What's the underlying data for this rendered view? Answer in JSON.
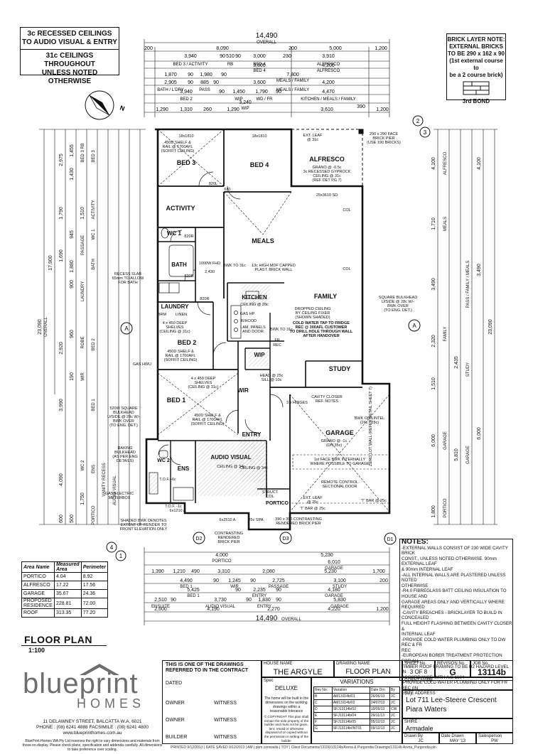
{
  "notes_top": {
    "line1": "3c RECESSED CEILINGS",
    "line2": "TO AUDIO VISUAL & ENTRY",
    "line3": "31c CEILINGS THROUGHOUT",
    "line4": "UNLESS NOTED OTHERWISE"
  },
  "brick_note": {
    "title": "BRICK LAYER NOTE:",
    "l2": "EXTERNAL BRICKS",
    "l3": "TO BE 290 x 162 x 90",
    "l4": "(1st external course to",
    "l5": "be a 2 course brick)",
    "bond": "3rd BOND"
  },
  "top_dims": {
    "overall": "14,490",
    "overall_lbl": "OVERALL",
    "row1": [
      "200",
      "8,090",
      "200",
      "5,000",
      "1,200"
    ],
    "row2": [
      "3,940",
      "90",
      "510",
      "90",
      "3,000",
      "230",
      "3,910"
    ],
    "row2_labels": [
      "BED 3 / ACTIVITY",
      "RB",
      "BED 4",
      "ALFRESCO"
    ],
    "row3": [
      "3,600",
      "4,200"
    ],
    "row4": [
      "1,870",
      "90",
      "1,980",
      "90",
      "7,800"
    ],
    "row4_labels": [
      "BED 4",
      "ALFRESCO",
      "MEALS / FAMILY"
    ],
    "row5": [
      "2,905",
      "90",
      "885",
      "90",
      "3,600",
      "4,200"
    ],
    "row5_labels": [
      "BATH / L'DRY",
      "PASS",
      "MEALS / FAMILY"
    ],
    "row6": [
      "3,940",
      "90",
      "1,450",
      "1,790",
      "90",
      "4,470"
    ],
    "row6_labels": [
      "BED 2",
      "WIP",
      "WD / FR",
      "KITCHEN / MEALS / FAMILY"
    ],
    "row7": [
      "3,240"
    ],
    "row7_labels": [
      "WIP"
    ],
    "row8": [
      "1,290",
      "1,310",
      "260",
      "1,290",
      "3,610",
      "390",
      "1,200"
    ]
  },
  "rooms": {
    "bed3": "BED 3",
    "bed4": "BED 4",
    "alfresco": "ALFRESCO",
    "activity": "ACTIVITY",
    "meals": "MEALS",
    "wc1": "WC 1",
    "bath": "BATH",
    "laundry": "LAUNDRY",
    "kitchen": "KITCHEN",
    "family": "FAMILY",
    "bed2": "BED 2",
    "study": "STUDY",
    "wir": "WIR",
    "wip": "WIP",
    "bed1": "BED 1",
    "entry": "ENTRY",
    "garage": "GARAGE",
    "wc2": "WC 2",
    "ens": "ENS",
    "audio_visual": "AUDIO VISUAL",
    "portico": "PORTICO"
  },
  "annotations": {
    "bed3_shelf": "450D SHELF &",
    "bed3_rail": "RAIL @ 1700AFL",
    "bed3_soffit": "(SOFFIT CEILING)",
    "size_1810a": "18x1810",
    "size_1810b": "18x1810",
    "alf_ext": "EXT. LEAF",
    "alf_ext2": "@ 31c",
    "alf_brick": "290 x 290 FACE",
    "alf_brick2": "BRICK PIER",
    "alf_brick3": "(USE 190 BRICKS)",
    "alf_gran": "GRANO @ -0.5c",
    "alf_recess": "3c RECESSED GYPROCK",
    "alf_ceiling": "CEILING @ 31c",
    "alf_ref": "(REF DET PG 7)",
    "alf_lintel": "25x3610 SD",
    "door_820l": "820L",
    "door_680": "680",
    "door_820r": "820R",
    "col": "COL",
    "bwk": "BWK TO 31c",
    "mdf": "13c HIGH MDF CAPPED",
    "plast": "PLAST. BRICK WALL",
    "fhd": "1000W FHD",
    "dim_2430": "2,430",
    "ceiling28": "CEILING @ 28c",
    "gas_hp": "GAS HP",
    "rhood": "R/HOOD",
    "lam": "LAM. PANELS",
    "lam2": "AND DOOR",
    "bwk31c": "BWK TO 31c",
    "fr": "FR",
    "rec": "REC",
    "dropped": "DROPPED CEILING",
    "dropped2": "BY CEILING FIXER",
    "dropped3": "(SHOWN SHADED)",
    "water": "COLD WATER TAP TO FRIDGE",
    "water2": "REC @ 300AFL CUSTOMER",
    "water3": "TO DRILL HOLE THROUGH WALL",
    "water4": "AFTER HANDOVER",
    "square": "SQUARE BULKHEAD",
    "square2": "U/SIDE @ 28c W/-",
    "square3": "BWK OVER",
    "square4": "(TO ENG. DET.)",
    "recess_slab": "RECESS SLAB",
    "recess_slab2": "65mm TO ALLOW",
    "recess_slab3": "FOR BATH",
    "linen": "LINEN",
    "brm": "BRM",
    "shelves": "4 x 450 DEEP",
    "shelves2": "SHELVES",
    "shelves3": "(CEILING @ 31c)",
    "bed2_shelf": "450D SHELF &",
    "bed2_rail": "RAIL @ 1700AFL",
    "bed2_soffit": "(SOFFIT CEILING)",
    "gas_hwu": "GAS HWU",
    "wir_shelves": "4 x 450 DEEP",
    "wir_shelves2": "SHELVES",
    "wir_shelves3": "(CEILING @ 31c)",
    "bed1_shelf": "450D SHELF &",
    "bed1_rail": "RAIL @ 1700AFL",
    "bed1_soffit": "(SOFFIT CEILING)",
    "head": "HEAD @ 25c",
    "sill": "SILL @ 10c",
    "cavity": "CAVITY CLOSER",
    "cavity2": "REF. NOTES",
    "hinges": "3 x HINGES",
    "bwk_lintel": "BWK ON LINTEL",
    "bwk_lintel2": "(26c - 28c)",
    "garage_gran": "GRANO @ -1c",
    "garage_gran2": "(ON 35c)",
    "zero_lot": "ZERO LOT WALL (REFER DETAIL SHEET 7)",
    "face_bwk": "1st FACE BWK INTERNALLY",
    "face_bwk2": "WHERE POSSIBLE TO GARAGE",
    "remote": "REMOTE CONTROL",
    "remote2": "SECTIONAL DOOR",
    "ext_leaf": "EXT. LEAF",
    "ext_leaf2": "@ 25c",
    "tbar": "'T' BAR @ 25c",
    "tbar2": "'T' BAR @ 25c",
    "brick_pier": "390 x 390 CONTRASTING",
    "brick_pier2": "RENDERED BRICK PIER",
    "raking": "RAKING",
    "raking2": "BULKHEAD",
    "raking3": "(AS PER ENG",
    "raking4": "DETAILS)",
    "sq520": "520W SQUARE",
    "sq520b": "BULKHEAD",
    "sq520c": "U/SIDE @ 28c W/-",
    "sq520d": "BWK OVER",
    "sq520e": "(TO ENG. DET.)",
    "gas_elec": "GAS/ELECTRIC",
    "meterbox": "METERBOX",
    "shaded": "SHADED BWK DENOTES",
    "shaded2": "EXTENT OF RENDER TO",
    "shaded3": "FRONT ELEVATION ONLY",
    "contrasting": "CONTRASTING",
    "contrasting2": "RENDERED",
    "contrasting3": "BRICK PIER",
    "tdf": "T.O.F. -1c",
    "tdf2": "T.O.F. -6c",
    "ceiling34": "CEILING @ 34c",
    "ceiling34b": "CEILING @ 34c",
    "lintel6x1210": "6x1210 A",
    "lintel6x2510": "6x2510 A",
    "struct": "STRUCT",
    "col2": "COL",
    "porch": "25c SPA",
    "mark_d1": "D1",
    "mark_d2": "D2",
    "mark_d3": "D3",
    "mark_a": "A",
    "mark_4": "4",
    "mark_1": "1",
    "mark_2": "2",
    "mark_3": "3"
  },
  "side_dims_left": {
    "overall": "23,090",
    "overall_lbl": "OVERALL",
    "d17900": "17,900",
    "items": [
      "2,975",
      "1,455",
      "90",
      "1,430",
      "90",
      "945",
      "1,880",
      "900",
      "1,790",
      "90",
      "1,510",
      "90",
      "1,690",
      "2,920",
      "960",
      "190",
      "3,990",
      "4,090",
      "1,750",
      "600",
      "500"
    ],
    "labels": [
      "BED 3",
      "BED 3 RB",
      "ACTIVITY",
      "WC 1",
      "BATH",
      "PASSAGE",
      "LAUNDRY",
      "BED 2",
      "ROBE",
      "WIR",
      "BED 1",
      "ENS",
      "WC 2",
      "VANITY RECESS",
      "AUDIO VISUAL",
      "PORTICO"
    ]
  },
  "side_dims_right": {
    "overall": "23,090",
    "items": [
      "4,100",
      "1,710",
      "3,490",
      "2,320",
      "2,435",
      "1,510",
      "6,000",
      "5,810",
      "1,800"
    ],
    "labels": [
      "ALFRESCO",
      "MEALS",
      "PASS / FAMILY / MEALS",
      "FAMILY",
      "STUDY",
      "GARAGE",
      "GARAGE",
      "PORTICO"
    ]
  },
  "bottom_dims": {
    "row1": [
      "4,000",
      "5,230"
    ],
    "row1_lbl": "PORTICO",
    "row2": [
      "6,010"
    ],
    "row2_lbl": "GARAGE",
    "row3": [
      "1,390",
      "1,210",
      "490",
      "3,310",
      "2,080",
      "5,230",
      "1,700"
    ],
    "row4": [
      "4,490",
      "90",
      "1,245",
      "90",
      "2,725",
      "3,100",
      "200"
    ],
    "row4_labels": [
      "BED 1",
      "WIR",
      "PASSAGE",
      "STUDY"
    ],
    "row5": [
      "5,425",
      "90",
      "2,235",
      "90",
      "4,180"
    ],
    "row5_labels": [
      "BED 1",
      "ENTRY",
      "GARAGE"
    ],
    "row6": [
      "2,510",
      "90",
      "3,730",
      "90",
      "1,830",
      "90",
      "5,830"
    ],
    "row6_labels": [
      "ENSUITE",
      "AUDIO VISUAL",
      "ENTRY",
      "GARAGE"
    ],
    "row7": [
      "2,600",
      "4,190",
      "2,270",
      "4,220",
      "1,200"
    ],
    "overall": "14,490",
    "overall_lbl": "OVERALL"
  },
  "area_table": {
    "headers": [
      "Area Name",
      "Measured Area",
      "Perimeter"
    ],
    "rows": [
      [
        "PORTICO",
        "4.04",
        "8.92"
      ],
      [
        "ALFRESCO",
        "17.22",
        "17.56"
      ],
      [
        "GARAGE",
        "35.67",
        "24.36"
      ],
      [
        "PROPOSED RESIDENCE",
        "228.81",
        "72.00"
      ],
      [
        "ROOF",
        "313.35",
        "77.20"
      ]
    ]
  },
  "plan_title": "FLOOR PLAN",
  "plan_scale": "1:100",
  "notes": {
    "title": "NOTES:",
    "lines": [
      "-EXTERNAL WALLS CONSIST OF 230 WIDE CAVITY BRICK",
      "CONST., UNLESS NOTED OTHERWISE. 90mm EXTERNAL LEAF",
      "& 90mm INTERNAL LEAF",
      "-ALL INTERNAL WALLS ARE PLASTERED UNLESS NOTED",
      "OTHERWISE",
      "-R4.0 FIBREGLASS BATT CEILING INSULATION TO HOUSE AND",
      "GARAGE AREAS ONLY AND VERTICALLY WHERE REQUIRED",
      "-CAVITY BREACHES - BRICKLAYER TO BUILD IN CONCEALED",
      "FULL HEIGHT FLASHING BETWEEN CAVITY CLOSER &",
      "INTERNAL LEAF",
      "-PROVIDE COLD WATER PLUMBING ONLY TO DW REC & FR",
      "REC",
      "-EUROPEAN BORER TREATMENT PROTECTION FOR ALL",
      "TIMBER ROOF FRAMING TO BE H2 HAZARD LEVEL IN",
      "ACCORDANCE WITH A.S 1604",
      "-PROVIDE COLD WATER PLUMBING ONLY FOR FR REC (IN",
      "PTY)"
    ]
  },
  "title_block": {
    "contract_note": "THIS IS ONE OF THE DRAWINGS",
    "contract_note2": "REFERRED TO IN THE CONTRACT",
    "dated": "DATED",
    "owner1": "OWNER",
    "witness1": "WITNESS",
    "owner2": "OWNER",
    "witness2": "WITNESS",
    "builder": "BUILDER",
    "witness3": "WITNESS",
    "house_name_lbl": "HOUSE NAME",
    "house_name": "THE ARGYLE",
    "spec_lbl": "Spec",
    "spec": "DELUXE",
    "spec_note": "The home will be built to the dimensions on the working drawings within a reasonable tolerance",
    "copyright": "© COPYRIGHT This plan shall remain the sole property of the builder and must not be given, lent, resold or otherwise disposed of or copied without the permission in writing of the builder",
    "drawing_name_lbl": "DRAWING NAME",
    "drawing_name": "FLOOR PLAN",
    "variations": "VARIATIONS",
    "var_headers": [
      "Rev No.",
      "Variation",
      "Date Drn",
      "By"
    ],
    "var_rows": [
      [
        "B",
        "AM13114b/01",
        "26/06/13",
        "JC"
      ],
      [
        "C",
        "AM13114b/02",
        "24/07/13",
        "JC"
      ],
      [
        "D",
        "SFJ13114b/02",
        "19/09/13",
        "CW"
      ],
      [
        "E",
        "SFJ13114b/04",
        "29/11/13",
        "JC"
      ],
      [
        "F",
        "SFJ13114b/05",
        "05/12/13",
        "JC"
      ],
      [
        "G",
        "SFJ13114b/INT01",
        "09/12/13",
        "JC"
      ]
    ],
    "sheet_lbl": "SHEET No.",
    "sheet": "3 OF 8",
    "revision_lbl": "REVISION No.",
    "revision": "G",
    "job_lbl": "JOB No.",
    "job": "13114b",
    "client_lbl": "CLIENT NAME",
    "site_lbl": "SITE ADDRESS",
    "site1": "Lot 711 Lee-Steere Crescent",
    "site2": "Piara Waters",
    "shire_lbl": "SHIRE",
    "shire": "Armadale",
    "drawn_lbl": "Drawn By",
    "drawn": "JC",
    "date_lbl": "Date Drawn",
    "date": "MAY '13",
    "sales_lbl": "Salesperson",
    "sales": "PW"
  },
  "company": {
    "logo_word": "blueprint",
    "logo_sub": "HOMES",
    "address": "11 DELAWNEY STREET, BALCATTA W.A. 6021",
    "phone": "PHONE : (08) 6241 4888  FACSIMILE : (08) 6241 4800",
    "web": "www.blueprinthomes.com.au",
    "disclaimer": "BluePrint Homes WA Pty Ltd reserves the right to vary dimensions and materials from those on display. Please check plans, specification and addenda carefully. All dimensions to take preference over scaling."
  },
  "footer": "PRINTED 9/12/2013 | DATE SAVED 9/12/2013 | AM | pbm.cemwalla | TOY | Client Documents/13100/13114b/Arena & Purgondia Drawings/13114b Arena_Purgondia.pln",
  "colors": {
    "ink": "#111111",
    "logo_grey": "#6d6e70",
    "shade": "#d9d9d9"
  }
}
